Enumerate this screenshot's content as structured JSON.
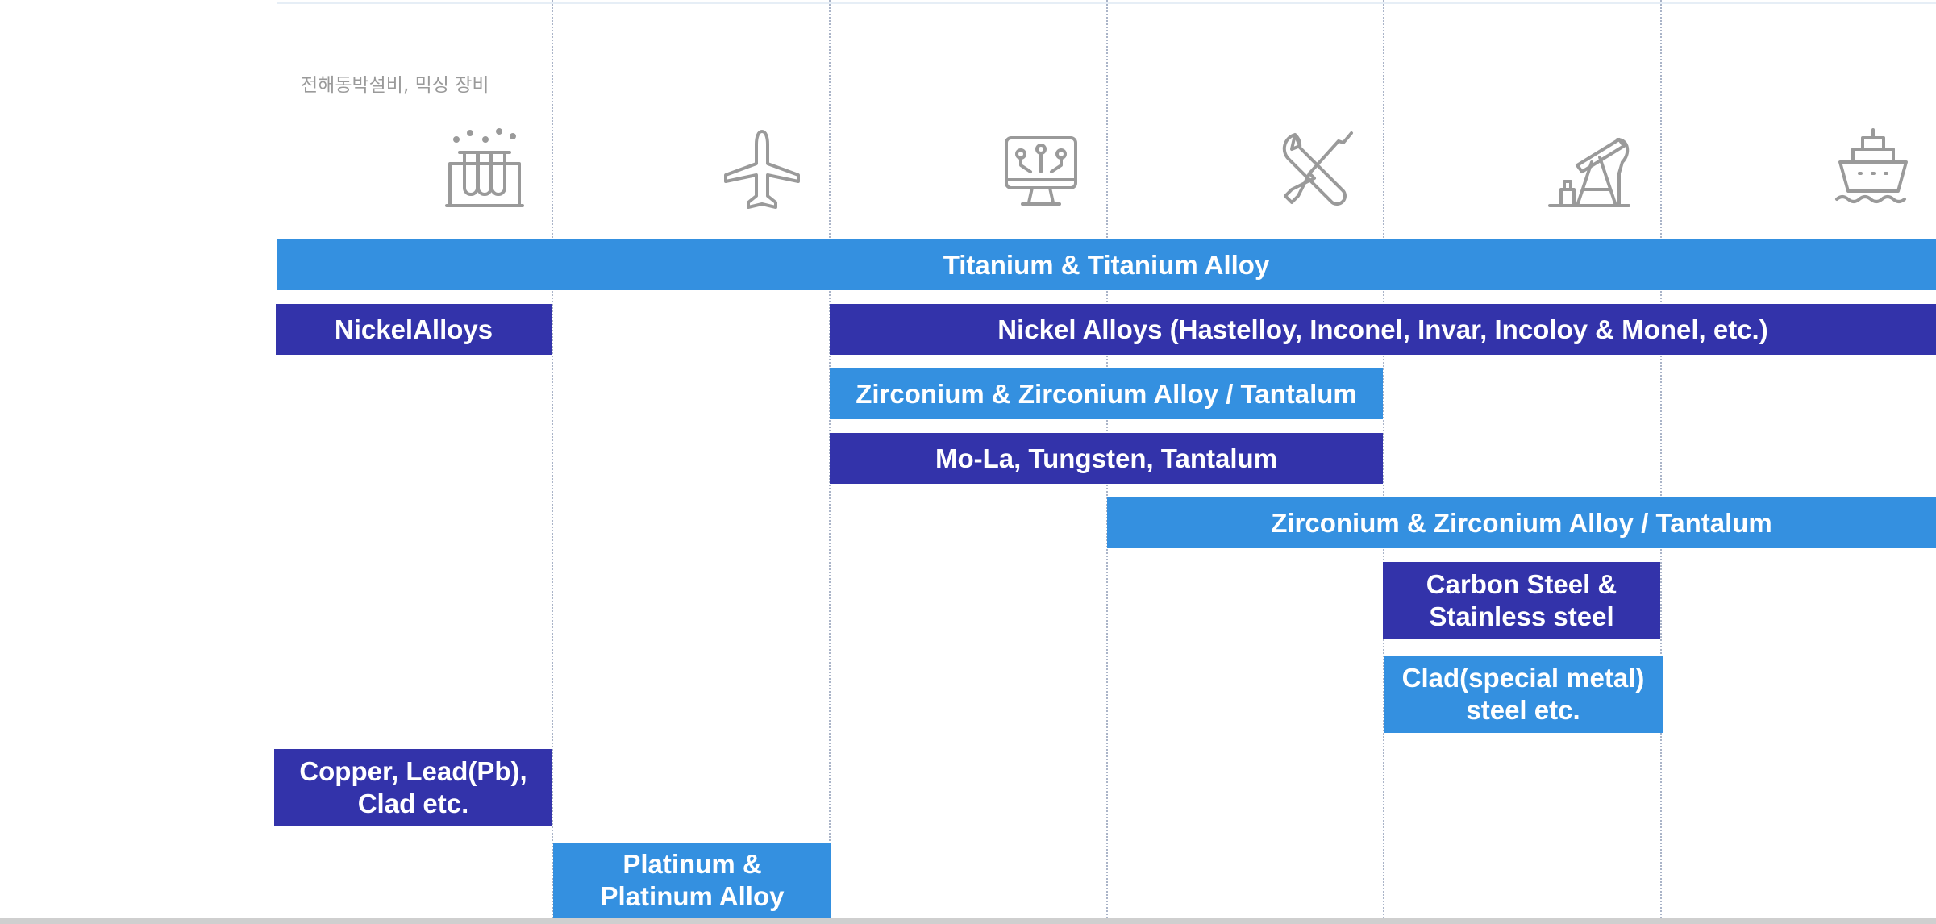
{
  "header": {
    "caption": "전해동박설비, 믹싱 장비"
  },
  "icons": [
    {
      "name": "test-tubes-icon"
    },
    {
      "name": "airplane-icon"
    },
    {
      "name": "circuit-monitor-icon"
    },
    {
      "name": "wrench-screwdriver-icon"
    },
    {
      "name": "oil-pump-icon"
    },
    {
      "name": "ship-icon"
    }
  ],
  "bars": {
    "titanium": "Titanium & Titanium Alloy",
    "nickel_short": "NickelAlloys",
    "nickel_long": "Nickel Alloys (Hastelloy, Inconel, Invar, Incoloy & Monel, etc.)",
    "zirconium_1": "Zirconium & Zirconium Alloy / Tantalum",
    "mola": "Mo-La, Tungsten, Tantalum",
    "zirconium_2": "Zirconium & Zirconium Alloy / Tantalum",
    "carbon_steel": "Carbon Steel &\nStainless steel",
    "clad_steel": "Clad(special metal)\nsteel etc.",
    "copper": "Copper, Lead(Pb),\nClad etc.",
    "platinum": "Platinum &\nPlatinum Alloy"
  },
  "colors": {
    "light_bar": "#3490e0",
    "dark_bar": "#3333aa",
    "icon_gray": "#9a9a9a"
  }
}
